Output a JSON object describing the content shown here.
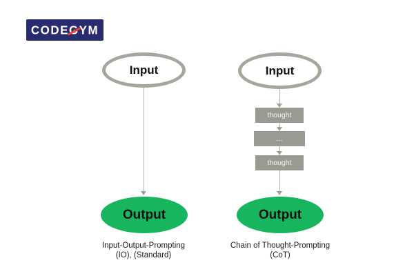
{
  "logo": {
    "text": "CODEGYM",
    "bg_color": "#282c6e",
    "text_color": "#ffffff",
    "slash_color": "#e8432d"
  },
  "colors": {
    "ellipse_border_gray": "#a7a69e",
    "connector_gray": "#b3b2ac",
    "arrowhead_gray": "#a09f98",
    "thought_box_gray": "#9a9a92",
    "output_green": "#17b55e",
    "text_dark": "#1f1f1f",
    "background": "#ffffff"
  },
  "io_column": {
    "input_label": "Input",
    "output_label": "Output",
    "caption_line1": "Input-Output-Prompting",
    "caption_line2": "(IO), (Standard)"
  },
  "cot_column": {
    "input_label": "Input",
    "steps": [
      {
        "label": "thought"
      },
      {
        "label": "..."
      },
      {
        "label": "thought"
      }
    ],
    "output_label": "Output",
    "caption_line1": "Chain of Thought-Prompting",
    "caption_line2": "(CoT)"
  }
}
